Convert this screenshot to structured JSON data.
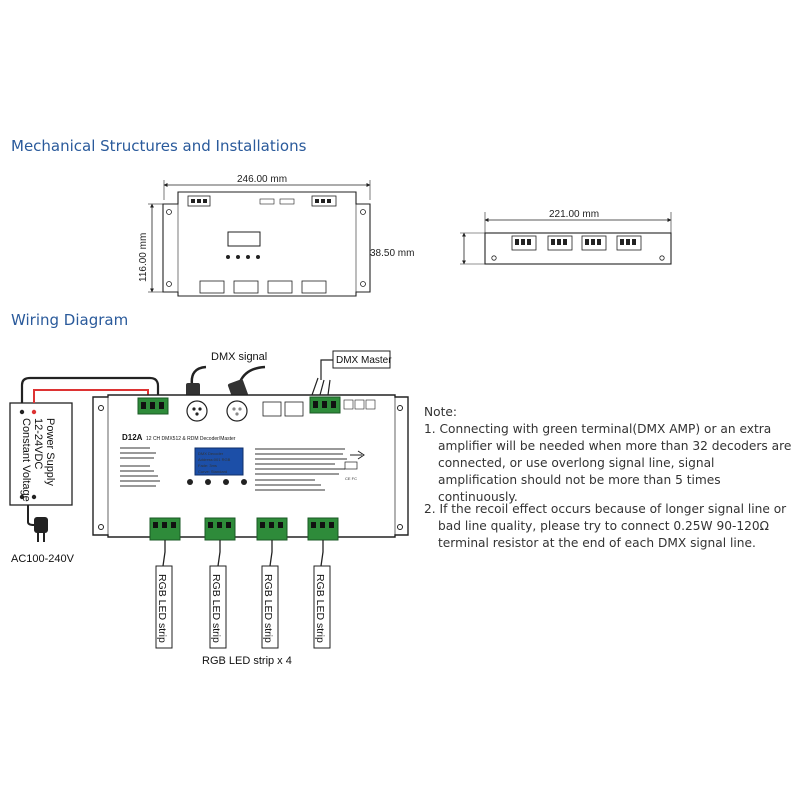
{
  "headings": {
    "mechanical": "Mechanical Structures and Installations",
    "wiring": "Wiring Diagram"
  },
  "dimensions": {
    "length": "246.00 mm",
    "height": "116.00 mm",
    "depth": "38.50 mm",
    "side_length": "221.00 mm"
  },
  "wiring": {
    "dmx_signal": "DMX signal",
    "dmx_master": "DMX Master",
    "psu_line1": "Power Supply",
    "psu_line2": "12-24VDC",
    "psu_line3": "Constant Voltage",
    "ac_input": "AC100-240V",
    "strip_label": "RGB LED strip",
    "strip_caption": "RGB LED strip x 4",
    "model": "D12A",
    "model_desc": "12 CH DMX512 & RDM Decoder/Master",
    "display_lines": [
      "DMX Decoder",
      "Address:001  RGB",
      "Fade: 3ms",
      "Curve: Standard"
    ]
  },
  "notes": {
    "title": "Note:",
    "note1": "1. Connecting with green terminal(DMX AMP) or an extra amplifier will be needed when more than 32 decoders are connected, or use overlong signal line, signal amplification should not be more than 5 times continuously.",
    "note2": "2. If the recoil effect occurs because of longer signal line or bad line quality, please try to connect 0.25W 90-120Ω terminal resistor at the end of each DMX signal line."
  },
  "colors": {
    "heading": "#2a5a9b",
    "terminal_green": "#2e8b3a",
    "display_blue": "#1c4fa8"
  }
}
